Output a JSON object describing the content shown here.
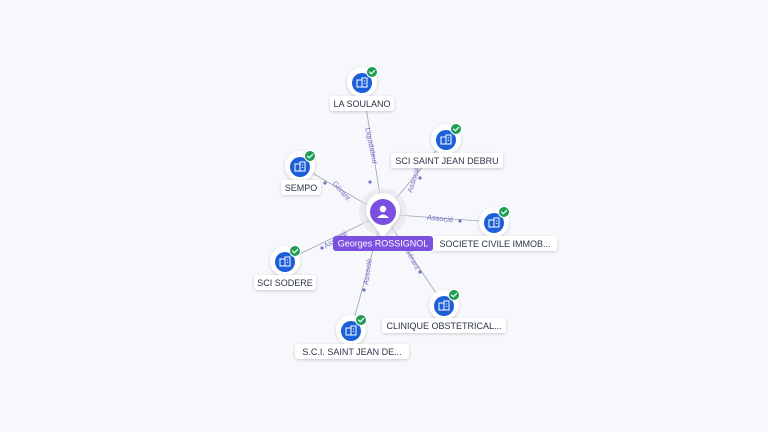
{
  "colors": {
    "background": "#f7f8fc",
    "center_accent": "#7b4fe0",
    "company_icon": "#1d5fd9",
    "check_badge": "#1f9d55",
    "edge": "#9aa2b1",
    "edge_label": "#7a6fc6"
  },
  "icons": {
    "center": "person-icon",
    "company": "building-icon",
    "badge": "check-icon"
  },
  "center": {
    "label": "Georges ROSSIGNOL"
  },
  "nodes": [
    {
      "id": "la-soulano",
      "label": "LA SOULANO"
    },
    {
      "id": "sci-saint-jean-debru",
      "label": "SCI SAINT JEAN DEBRU"
    },
    {
      "id": "sempo",
      "label": "SEMPO"
    },
    {
      "id": "societe-civile",
      "label": "SOCIETE CIVILE IMMOB..."
    },
    {
      "id": "sci-sodere",
      "label": "SCI SODERE"
    },
    {
      "id": "clinique",
      "label": "CLINIQUE OBSTETRICAL..."
    },
    {
      "id": "sci-saint-jean-de",
      "label": "S.C.I. SAINT JEAN DE..."
    }
  ],
  "edges": [
    {
      "to": "la-soulano",
      "label": "Liquidateur"
    },
    {
      "to": "sci-saint-jean-debru",
      "label": "Associé"
    },
    {
      "to": "sempo",
      "label": "Gérant"
    },
    {
      "to": "societe-civile",
      "label": "Associé"
    },
    {
      "to": "sci-sodere",
      "label": "Associé"
    },
    {
      "to": "clinique",
      "label": "Gérant"
    },
    {
      "to": "sci-saint-jean-de",
      "label": "Associé"
    }
  ]
}
